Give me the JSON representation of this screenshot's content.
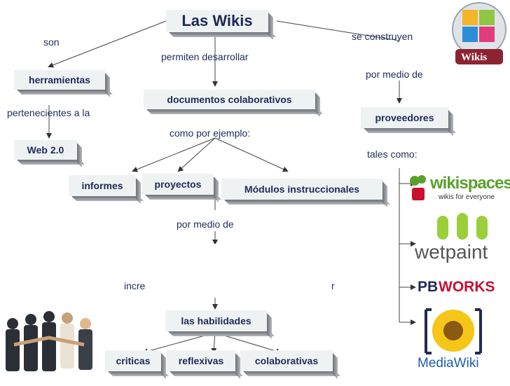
{
  "title": "Las Wikis",
  "labels": {
    "son": "son",
    "se_construyen": "se construyen",
    "permiten": "permiten desarrollar",
    "por_medio_de_1": "por medio de",
    "pertenecientes": "pertenecientes a la",
    "como_por_ejemplo": "como por ejemplo:",
    "tales_como": "tales como:",
    "por_medio_de_2": "por medio de",
    "incre_left": "incre",
    "incre_right": "r"
  },
  "nodes": {
    "herramientas": "herramientas",
    "web20": "Web 2.0",
    "documentos": "documentos colaborativos",
    "proveedores": "proveedores",
    "informes": "informes",
    "proyectos": "proyectos",
    "modulos": "Módulos instruccionales",
    "habilidades": "las habilidades",
    "criticas": "criticas",
    "reflexivas": "reflexivas",
    "colaborativas": "colaborativas"
  },
  "logos": {
    "wikis_badge": "Wikis",
    "wikispaces": "wikispaces",
    "wikispaces_tag": "wikis for everyone",
    "wetpaint": "wetpaint",
    "pbworks_pb": "PB",
    "pbworks_works": "WORKS",
    "mediawiki": "MediaWiki"
  },
  "colors": {
    "box_bg": "#eef2f3",
    "text": "#1f2a56",
    "shadow": "#6b7077",
    "wikispaces_green": "#5aa02c",
    "pbworks_red": "#c8102e",
    "mediawiki_blue": "#1f5fa8"
  }
}
